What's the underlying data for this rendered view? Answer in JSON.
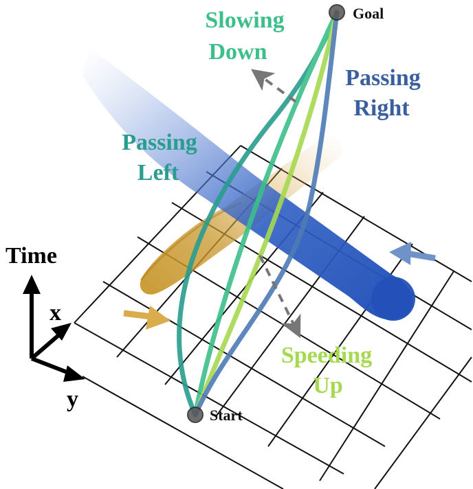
{
  "labels": {
    "goal": "Goal",
    "start": "Start",
    "slowing_down": [
      "Slowing",
      "Down"
    ],
    "passing_right": [
      "Passing",
      "Right"
    ],
    "passing_left": [
      "Passing",
      "Left"
    ],
    "speeding_up": [
      "Speeding",
      "Up"
    ]
  },
  "axes": {
    "time": "Time",
    "x": "x",
    "y": "y"
  },
  "colors": {
    "passing_left": "#2a9d8f",
    "slowing_down": "#3cbf8a",
    "speeding_up": "#a6d94f",
    "passing_right": "#4e7bb5",
    "right_text": "#3a5f9e",
    "orange_obstacle": "#c8962a",
    "blue_obstacle": "#2351b8",
    "grid": "#111111",
    "dashed_arrow": "#777777",
    "orange_arrow": "#d9ad4b",
    "blue_arrow": "#6f92c9"
  }
}
